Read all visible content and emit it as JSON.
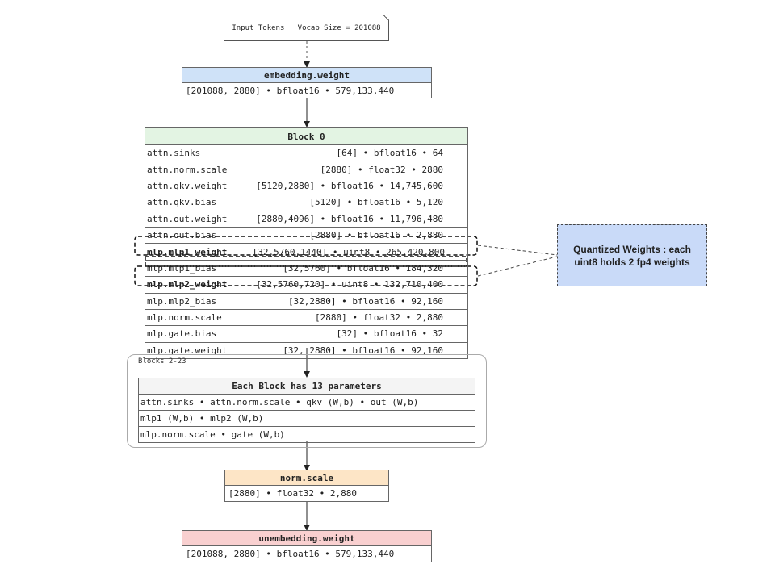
{
  "input": {
    "label": "Input Tokens | Vocab Size = 201088"
  },
  "embedding": {
    "title": "embedding.weight",
    "detail": "[201088, 2880] • bfloat16 • 579,133,440",
    "color": "#cfe2f8"
  },
  "block0": {
    "title": "Block 0",
    "rows": [
      {
        "name": "attn.sinks",
        "value": "[64] • bfloat16 • 64"
      },
      {
        "name": "attn.norm.scale",
        "value": "[2880] • float32 • 2880"
      },
      {
        "name": "attn.qkv.weight",
        "value": "[5120,2880] • bfloat16 • 14,745,600"
      },
      {
        "name": "attn.qkv.bias",
        "value": "[5120] • bfloat16 • 5,120"
      },
      {
        "name": "attn.out.weight",
        "value": "[2880,4096] • bfloat16 • 11,796,480"
      },
      {
        "name": "attn.out.bias",
        "value": "[2880] • bfloat16 • 2,880"
      },
      {
        "name": "mlp.mlp1_weight",
        "value": "[32,5760,1440] • uint8 • 265,420,800"
      },
      {
        "name": "mlp.mlp1_bias",
        "value": "[32,5760] • bfloat16 • 184,320"
      },
      {
        "name": "mlp.mlp2_weight",
        "value": "[32,5760,720] • uint8 • 132,710,400"
      },
      {
        "name": "mlp.mlp2_bias",
        "value": "[32,2880] • bfloat16 • 92,160"
      },
      {
        "name": "mlp.norm.scale",
        "value": "[2880] • float32 • 2,880"
      },
      {
        "name": "mlp.gate.bias",
        "value": "[32] • bfloat16 • 32"
      },
      {
        "name": "mlp.gate.weight",
        "value": "[32, 2880] • bfloat16 • 92,160"
      }
    ],
    "color": "#e3f4e3"
  },
  "blocks_group": {
    "label": "Blocks 2-23",
    "title": "Each Block has 13 parameters",
    "lines": [
      "attn.sinks • attn.norm.scale • qkv (W,b) • out (W,b)",
      "mlp1 (W,b) • mlp2 (W,b)",
      "mlp.norm.scale • gate (W,b)"
    ]
  },
  "norm": {
    "title": "norm.scale",
    "detail": "[2880] • float32 • 2,880",
    "color": "#fde5c6"
  },
  "unembedding": {
    "title": "unembedding.weight",
    "detail": "[201088, 2880] • bfloat16 • 579,133,440",
    "color": "#f9d0d0"
  },
  "callout": {
    "text": "Quantized Weights : each uint8 holds 2 fp4 weights",
    "color": "#c9daf8"
  }
}
